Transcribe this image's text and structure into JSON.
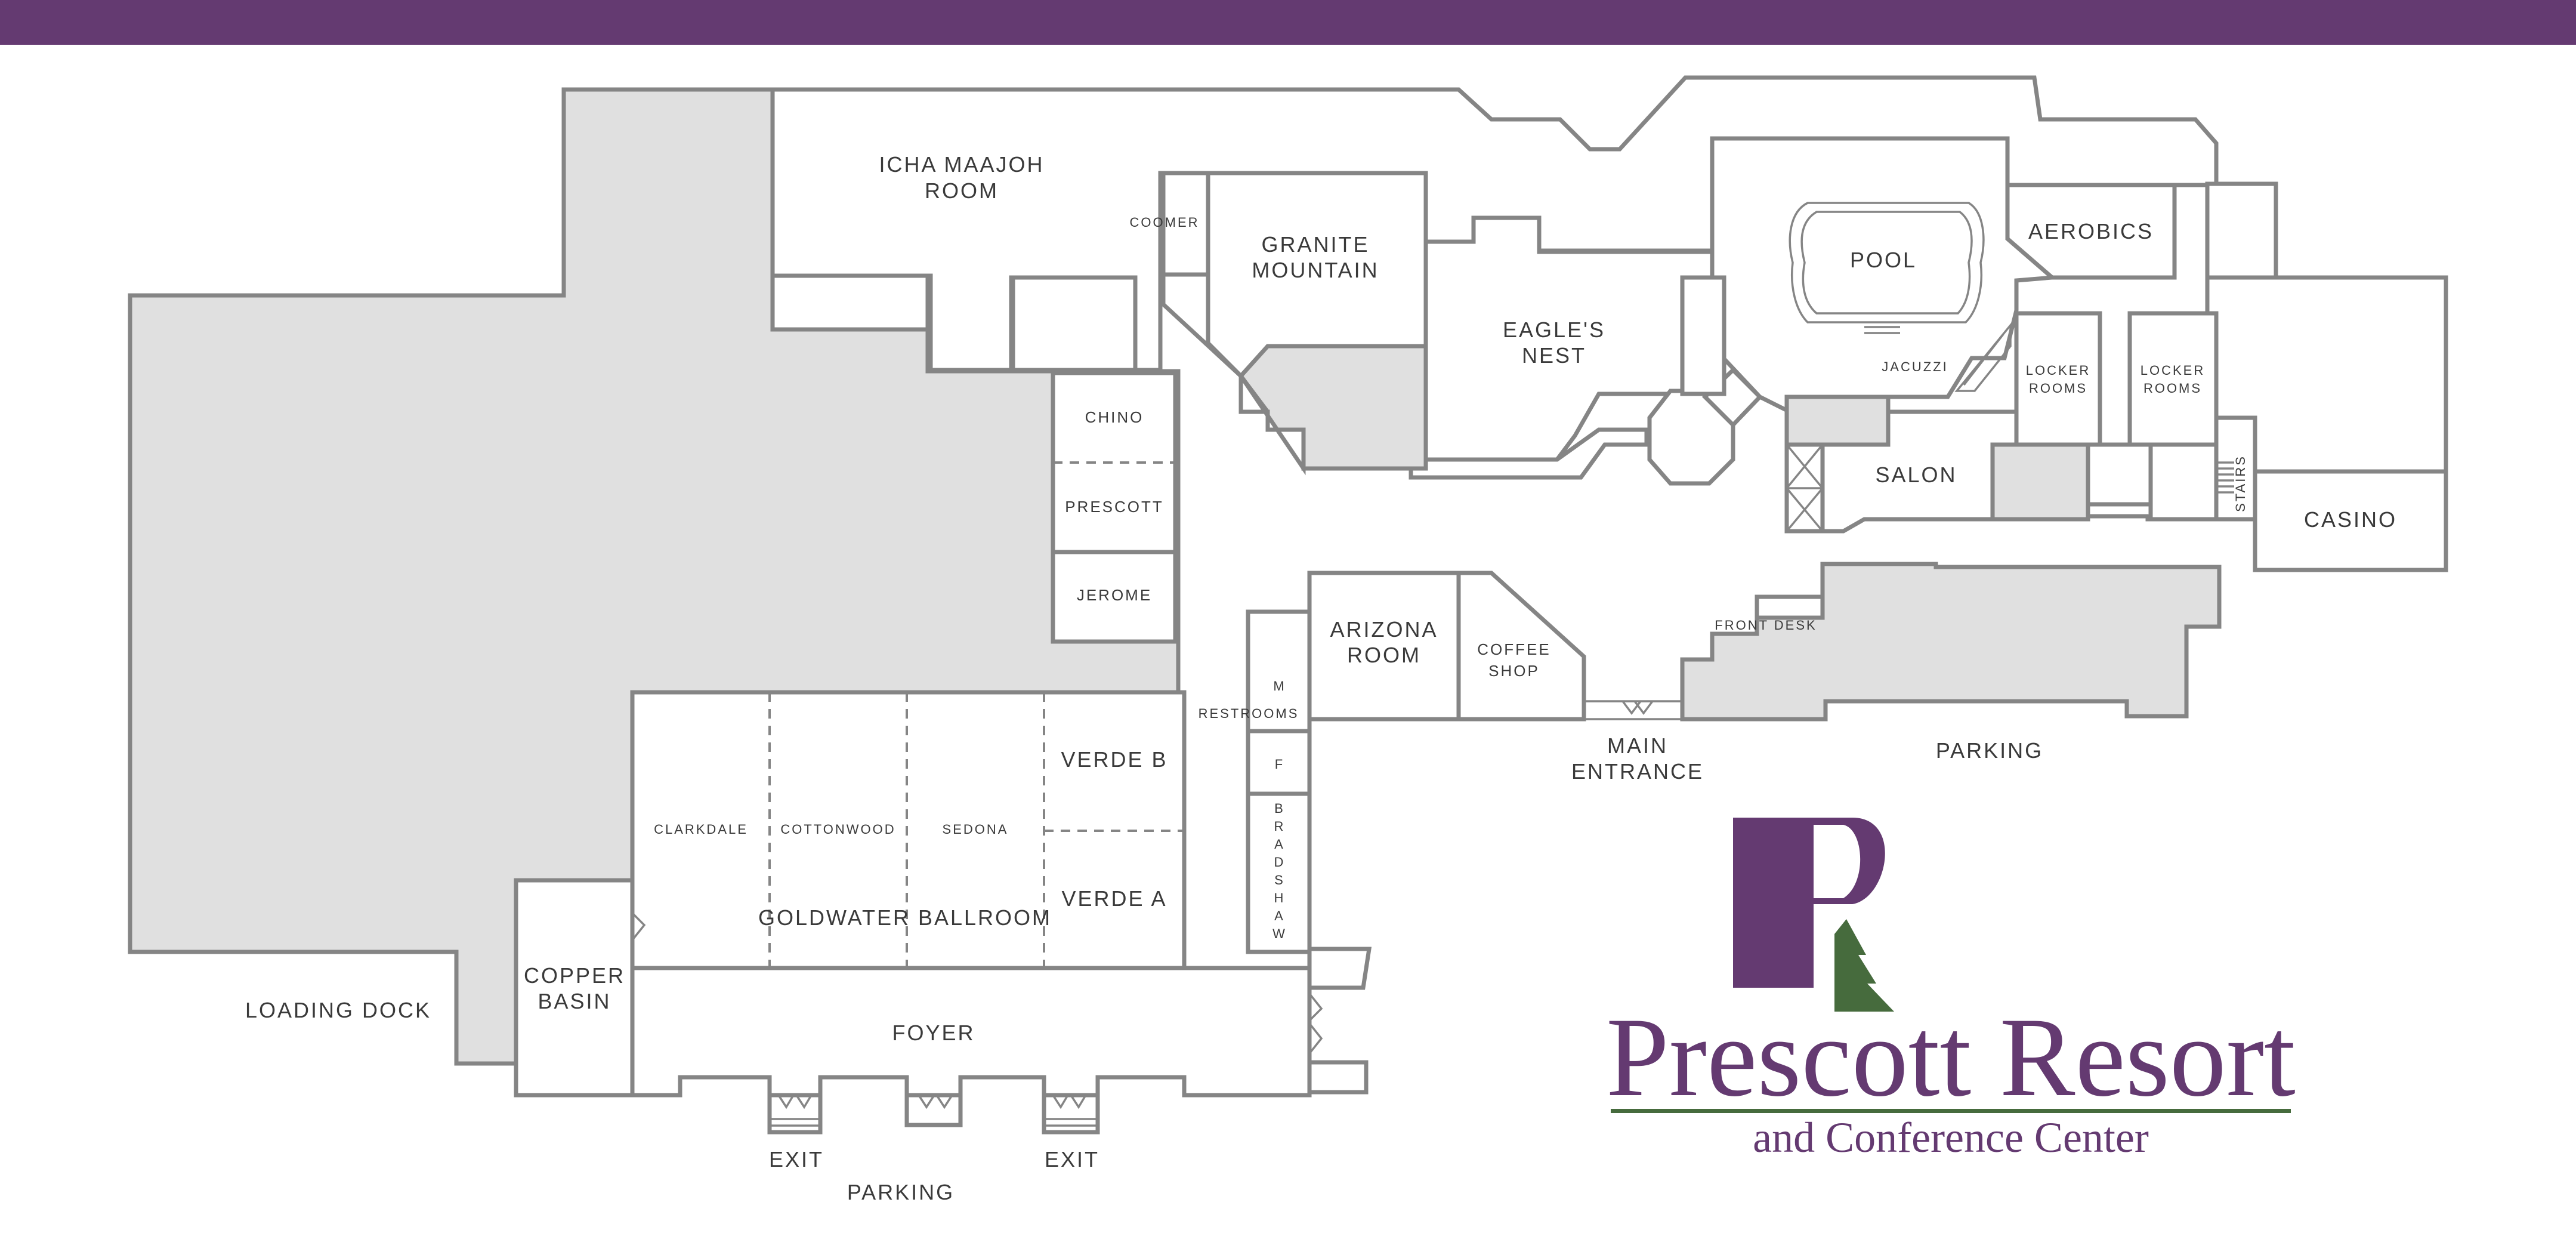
{
  "colors": {
    "header": "#643a71",
    "wall": "#858585",
    "shaded": "#e0e0e0",
    "brand_purple": "#643a71",
    "tree_green": "#466b3d"
  },
  "rooms": {
    "icha": [
      "ICHA MAAJOH",
      "ROOM"
    ],
    "coomer": "COOMER",
    "granite": [
      "GRANITE",
      "MOUNTAIN"
    ],
    "eagles": [
      "EAGLE'S",
      "NEST"
    ],
    "pool": "POOL",
    "aerobics": "AEROBICS",
    "jacuzzi": "JACUZZI",
    "locker1": [
      "LOCKER",
      "ROOMS"
    ],
    "locker2": [
      "LOCKER",
      "ROOMS"
    ],
    "stairs": "STAIRS",
    "salon": "SALON",
    "casino": "CASINO",
    "chino": "CHINO",
    "prescott": "PRESCOTT",
    "jerome": "JEROME",
    "arizona": [
      "ARIZONA",
      "ROOM"
    ],
    "coffee": [
      "COFFEE",
      "SHOP"
    ],
    "front_desk": "FRONT DESK",
    "main_entrance": [
      "MAIN",
      "ENTRANCE"
    ],
    "parking_east": "PARKING",
    "restrooms": "RESTROOMS",
    "restroom_m": "M",
    "restroom_f": "F",
    "bradshaw": [
      "B",
      "R",
      "A",
      "D",
      "S",
      "H",
      "A",
      "W"
    ],
    "verde_b": "VERDE B",
    "verde_a": "VERDE A",
    "clarkdale": "CLARKDALE",
    "cottonwood": "COTTONWOOD",
    "sedona": "SEDONA",
    "goldwater": "GOLDWATER BALLROOM",
    "copper": [
      "COPPER",
      "BASIN"
    ],
    "foyer": "FOYER",
    "loading_dock": "LOADING DOCK",
    "exit_left": "EXIT",
    "exit_right": "EXIT",
    "parking_south": "PARKING"
  },
  "logo": {
    "name": "Prescott Resort",
    "subtitle": "and Conference Center"
  }
}
